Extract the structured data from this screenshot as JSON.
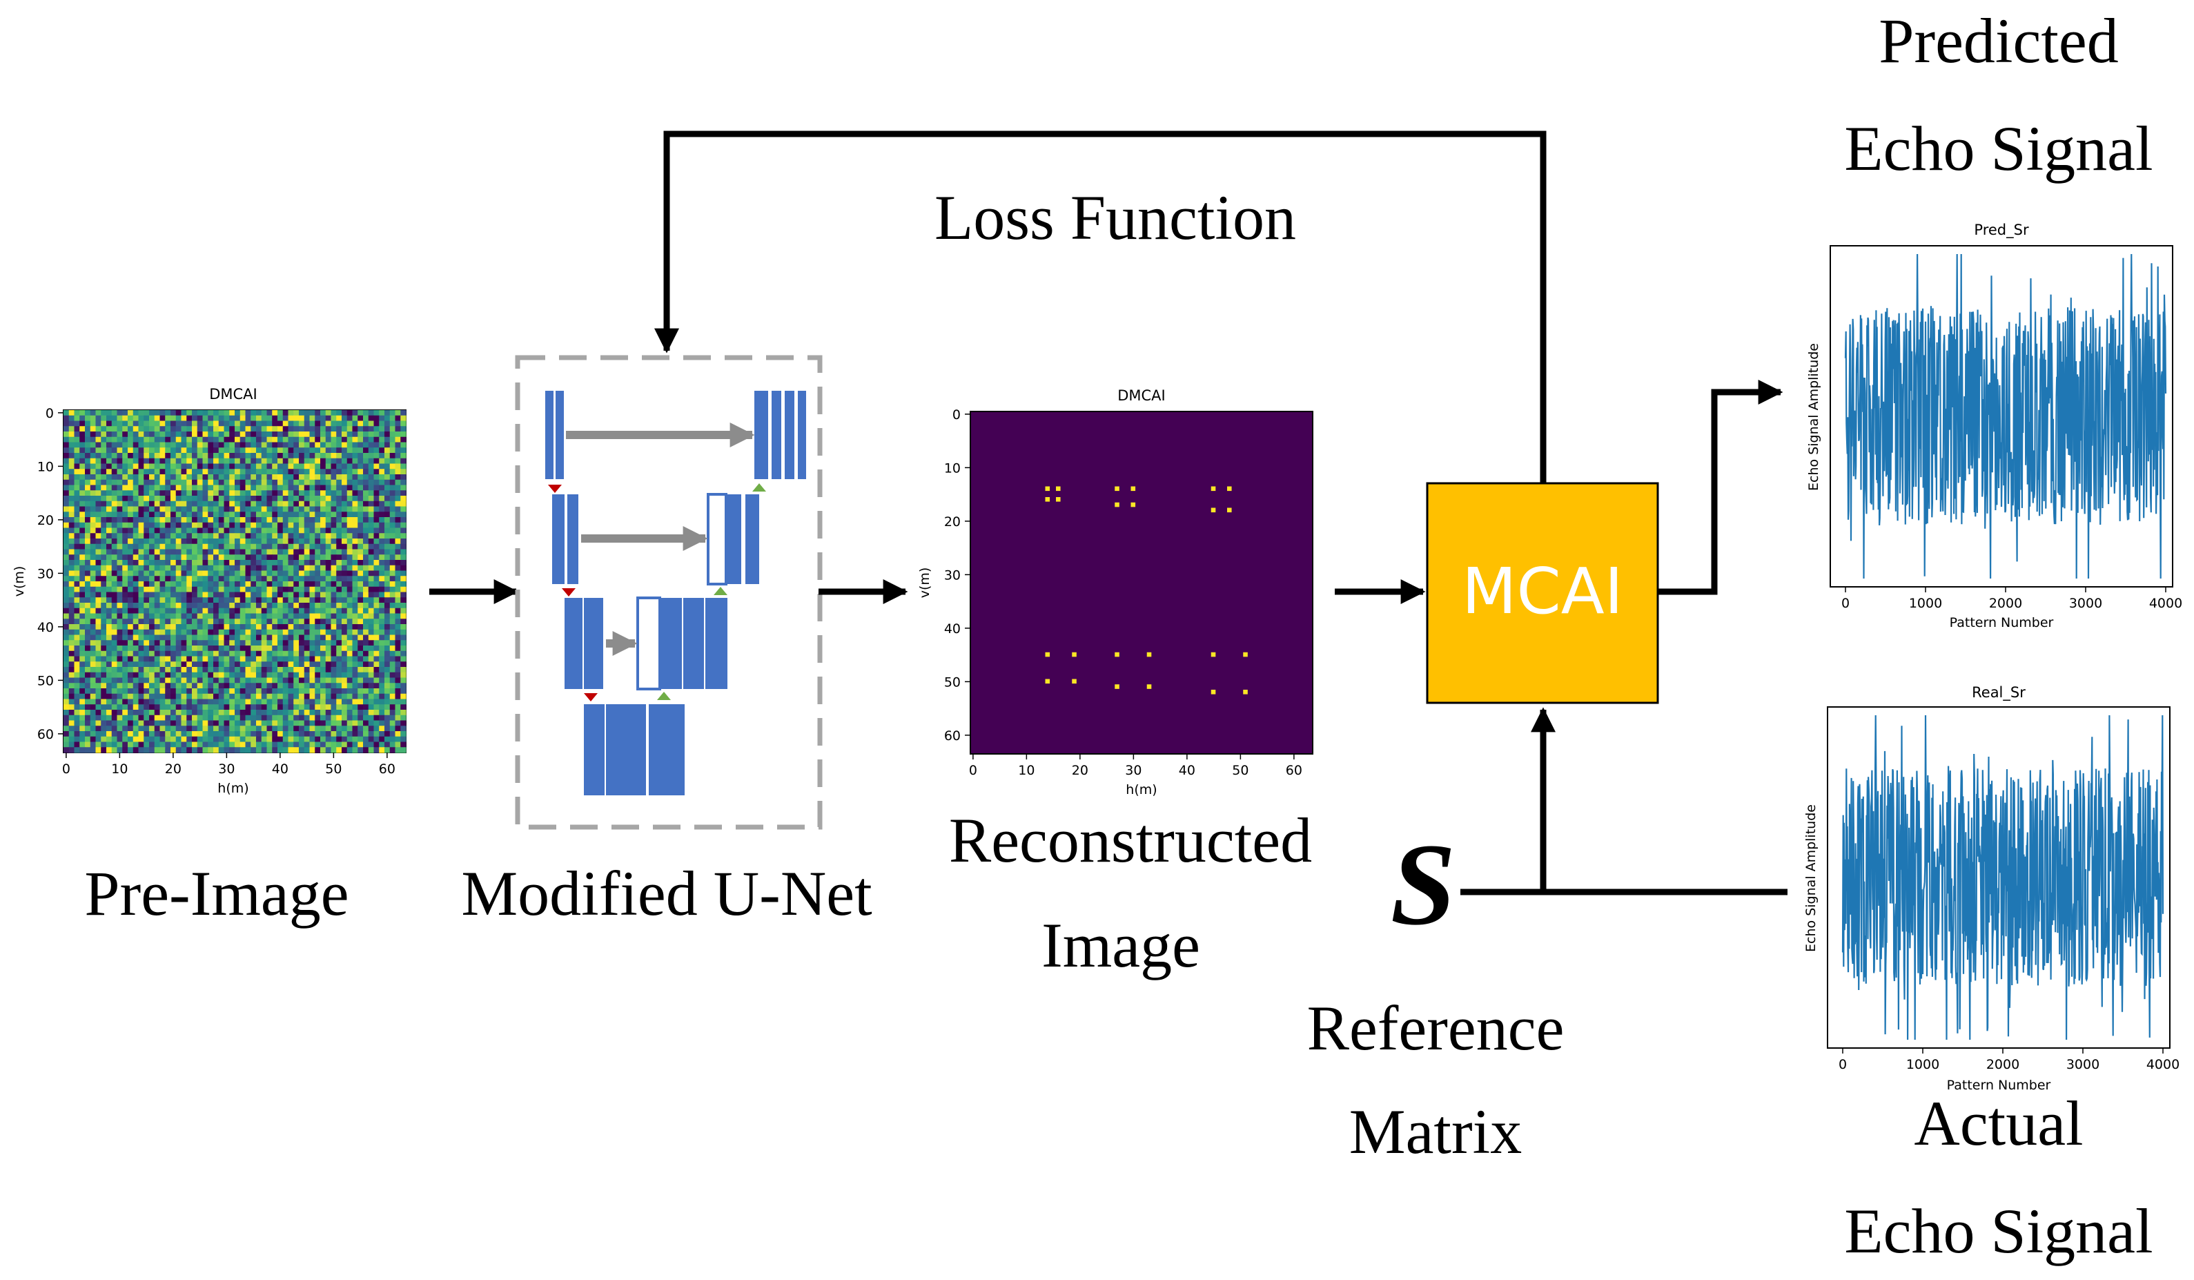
{
  "labels": {
    "pre_image": "Pre-Image",
    "modified_unet": "Modified U-Net",
    "reconstructed_line1": "Reconstructed",
    "reconstructed_line2": "Image",
    "loss_function": "Loss Function",
    "mcai": "MCAI",
    "reference_symbol": "S",
    "reference_line1": "Reference",
    "reference_line2": "Matrix",
    "predicted_line1": "Predicted",
    "predicted_line2": "Echo Signal",
    "actual_line1": "Actual",
    "actual_line2": "Echo Signal"
  },
  "colors": {
    "mcai_fill": "#FFC000",
    "unet_block": "#4472C4",
    "skip_arrow": "#8C8C8C",
    "down_marker": "#C00000",
    "up_marker": "#70AD47",
    "signal_line": "#1F77B4",
    "reconstructed_bg": "#440154",
    "reconstructed_dot": "#FDE725"
  },
  "chart_data": [
    {
      "type": "heatmap",
      "title": "DMCAI",
      "xlabel": "h(m)",
      "ylabel": "v(m)",
      "xticks": [
        "0",
        "10",
        "20",
        "30",
        "40",
        "50",
        "60"
      ],
      "yticks": [
        "0",
        "10",
        "20",
        "30",
        "40",
        "50",
        "60"
      ],
      "description": "random noise pre-image"
    },
    {
      "type": "heatmap",
      "title": "DMCAI",
      "xlabel": "h(m)",
      "ylabel": "v(m)",
      "xticks": [
        "0",
        "10",
        "20",
        "30",
        "40",
        "50",
        "60"
      ],
      "yticks": [
        "0",
        "10",
        "20",
        "30",
        "40",
        "50",
        "60"
      ],
      "points": [
        [
          14,
          14
        ],
        [
          16,
          14
        ],
        [
          14,
          16
        ],
        [
          16,
          16
        ],
        [
          27,
          14
        ],
        [
          30,
          14
        ],
        [
          27,
          17
        ],
        [
          30,
          17
        ],
        [
          45,
          14
        ],
        [
          48,
          14
        ],
        [
          45,
          18
        ],
        [
          48,
          18
        ],
        [
          14,
          45
        ],
        [
          19,
          45
        ],
        [
          14,
          50
        ],
        [
          19,
          50
        ],
        [
          27,
          45
        ],
        [
          33,
          45
        ],
        [
          27,
          51
        ],
        [
          33,
          51
        ],
        [
          45,
          45
        ],
        [
          51,
          45
        ],
        [
          45,
          52
        ],
        [
          51,
          52
        ]
      ]
    },
    {
      "type": "line",
      "title": "Pred_Sr",
      "xlabel": "Pattern Number",
      "ylabel": "Echo Signal Amplitude",
      "xticks": [
        "0",
        "1000",
        "2000",
        "3000",
        "4000"
      ],
      "xlim": [
        0,
        4000
      ]
    },
    {
      "type": "line",
      "title": "Real_Sr",
      "xlabel": "Pattern Number",
      "ylabel": "Echo Signal Amplitude",
      "xticks": [
        "0",
        "1000",
        "2000",
        "3000",
        "4000"
      ],
      "xlim": [
        0,
        4000
      ]
    }
  ]
}
